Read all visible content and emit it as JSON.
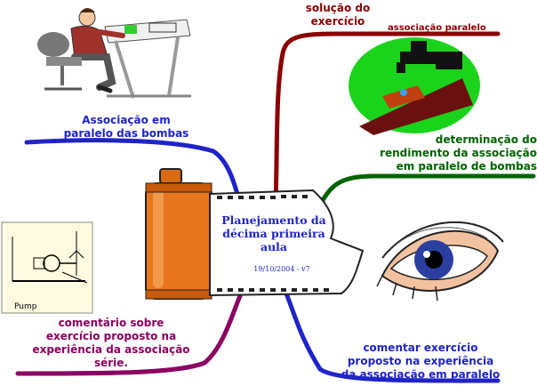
{
  "center": {
    "title_lines": [
      "Planejamento da",
      "décima primeira",
      "aula"
    ],
    "date": "19/10/2004 - v7"
  },
  "branches": {
    "top_left": {
      "lines": [
        "Associação em",
        "paralelo das bombas"
      ]
    },
    "top_right": {
      "lines": [
        "solução do",
        "exercício"
      ],
      "sub_label": "associação paralelo"
    },
    "right": {
      "lines": [
        "determinação do",
        "rendimento da associação",
        "em paralelo de bombas"
      ]
    },
    "bottom_left": {
      "lines": [
        "comentário sobre",
        "exercício proposto na",
        "experiência da associação",
        "série."
      ]
    },
    "bottom_right": {
      "lines": [
        "comentar exercício",
        "proposto na experiência",
        "da associação em paralelo"
      ]
    }
  },
  "pump_diagram": {
    "label": "Pump"
  },
  "colors": {
    "blue": "#1f24c8",
    "maroon": "#8b0000",
    "green": "#006400",
    "purple": "#8b0060",
    "film": "#e8761e"
  }
}
